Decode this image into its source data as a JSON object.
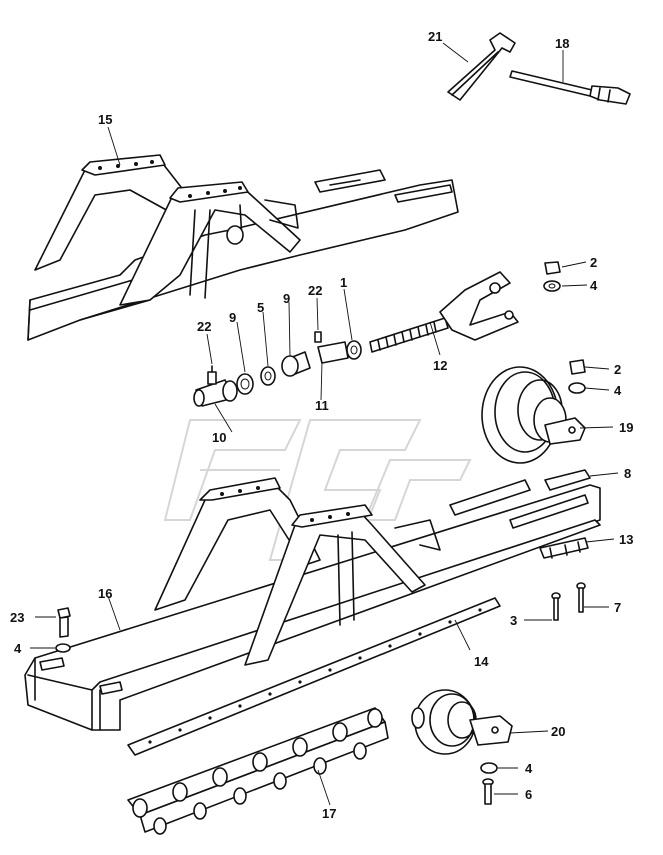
{
  "diagram": {
    "callouts": [
      {
        "id": "c1",
        "label": "1"
      },
      {
        "id": "c2a",
        "label": "2"
      },
      {
        "id": "c2b",
        "label": "2"
      },
      {
        "id": "c3",
        "label": "3"
      },
      {
        "id": "c4a",
        "label": "4"
      },
      {
        "id": "c4b",
        "label": "4"
      },
      {
        "id": "c4c",
        "label": "4"
      },
      {
        "id": "c4d",
        "label": "4"
      },
      {
        "id": "c5",
        "label": "5"
      },
      {
        "id": "c6",
        "label": "6"
      },
      {
        "id": "c7",
        "label": "7"
      },
      {
        "id": "c8",
        "label": "8"
      },
      {
        "id": "c9a",
        "label": "9"
      },
      {
        "id": "c9b",
        "label": "9"
      },
      {
        "id": "c10",
        "label": "10"
      },
      {
        "id": "c11",
        "label": "11"
      },
      {
        "id": "c12",
        "label": "12"
      },
      {
        "id": "c13",
        "label": "13"
      },
      {
        "id": "c14",
        "label": "14"
      },
      {
        "id": "c15",
        "label": "15"
      },
      {
        "id": "c16",
        "label": "16"
      },
      {
        "id": "c17",
        "label": "17"
      },
      {
        "id": "c18",
        "label": "18"
      },
      {
        "id": "c19",
        "label": "19"
      },
      {
        "id": "c20",
        "label": "20"
      },
      {
        "id": "c21",
        "label": "21"
      },
      {
        "id": "c22a",
        "label": "22"
      },
      {
        "id": "c22b",
        "label": "22"
      },
      {
        "id": "c23",
        "label": "23"
      }
    ]
  }
}
